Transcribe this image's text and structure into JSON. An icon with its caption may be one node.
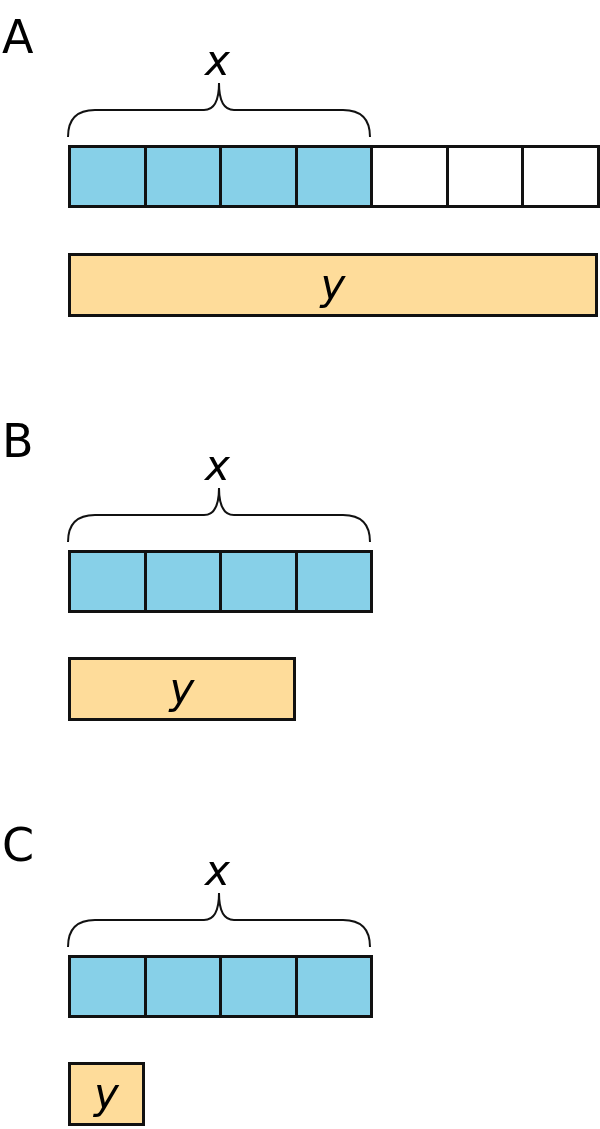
{
  "diagram": {
    "nodes": [
      {
        "text": [],
        "shape": "box"
      },
      {
        "text": [],
        "shape": "box"
      },
      {
        "text": [],
        "shape": "box"
      },
      {
        "text": [],
        "shape": "box"
      },
      {
        "text": [],
        "shape": "box"
      },
      {
        "text": [],
        "shape": "box"
      },
      {
        "text": [],
        "shape": "box"
      },
      {
        "text": [
          "y"
        ]
      },
      {
        "text": [],
        "shape": "box"
      },
      {
        "text": [],
        "shape": "box"
      },
      {
        "text": [],
        "shape": "box"
      },
      {
        "text": [],
        "shape": "box"
      },
      {
        "text": [
          "y"
        ]
      },
      {
        "text": [],
        "shape": "box"
      },
      {
        "text": [],
        "shape": "box"
      },
      {
        "text": [],
        "shape": "box"
      },
      {
        "text": [],
        "shape": "box"
      },
      {
        "text": [
          "y"
        ]
      }
    ],
    "labels": [
      "A",
      "x",
      "B",
      "x",
      "C",
      "x"
    ]
  }
}
